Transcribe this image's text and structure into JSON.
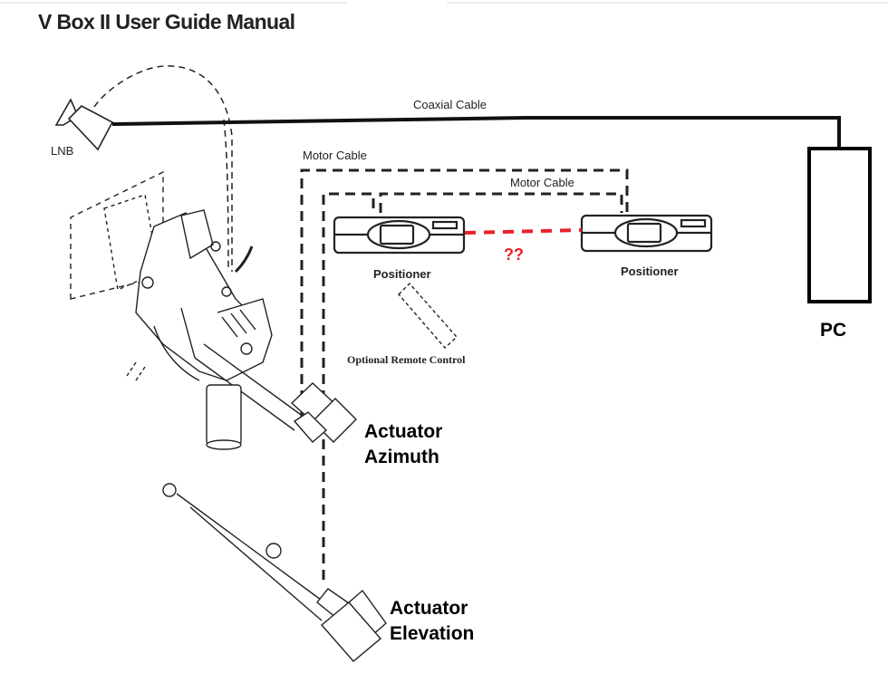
{
  "document": {
    "title": "V Box II User Guide Manual"
  },
  "diagram": {
    "labels": {
      "lnb": "LNB",
      "coaxial_cable": "Coaxial Cable",
      "motor_cable_outer": "Motor Cable",
      "motor_cable_inner": "Motor Cable",
      "positioner_left": "Positioner",
      "positioner_right": "Positioner",
      "optional_remote": "Optional Remote Control",
      "unknown_link": "??",
      "pc": "PC",
      "actuator_azimuth_line1": "Actuator",
      "actuator_azimuth_line2": "Azimuth",
      "actuator_elevation_line1": "Actuator",
      "actuator_elevation_line2": "Elevation"
    },
    "colors": {
      "unknown_link": "#e8212b",
      "ink": "#111111"
    }
  }
}
